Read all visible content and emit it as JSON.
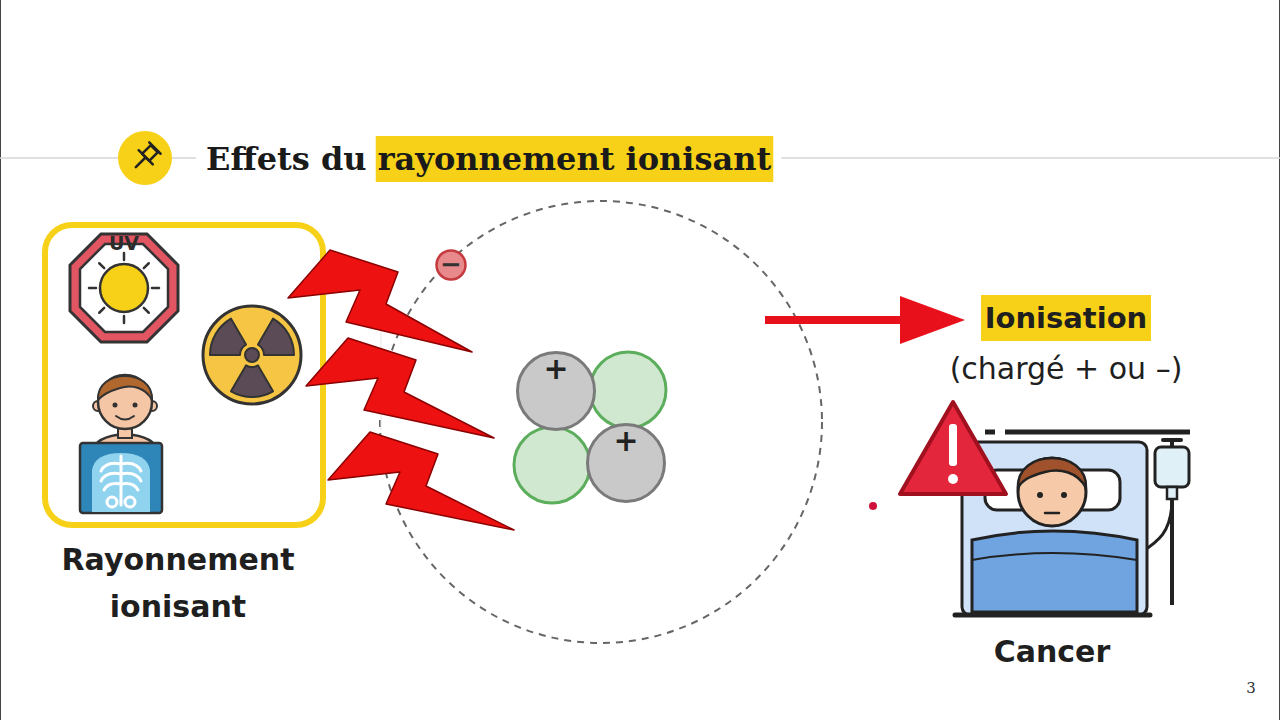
{
  "diagram": {
    "title": "Effets du rayonnement ionisant",
    "nodes": [
      {
        "text": [
          "Rayonnement ionisant"
        ]
      },
      {
        "text": [
          "UV"
        ],
        "in": 0
      },
      {
        "text": [
          "−"
        ]
      },
      {
        "text": [
          "+"
        ]
      },
      {
        "text": [
          "+"
        ]
      },
      {
        "text": [
          "Ionisation",
          "(chargé + ou –)"
        ]
      }
    ],
    "labels": [
      "Cancer",
      "3"
    ]
  }
}
